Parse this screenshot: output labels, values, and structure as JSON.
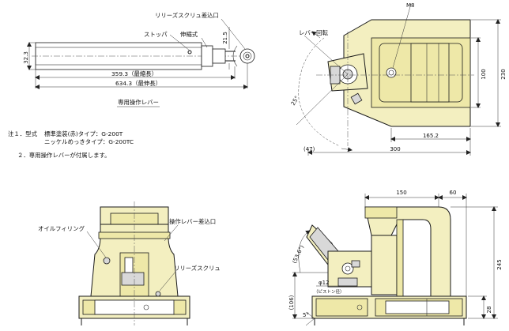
{
  "labels": {
    "release_screw_port": "リリーズスクリュ差込口",
    "stopper": "ストッパ",
    "telescopic": "伸縮式",
    "lever_rotation": "レバー回転",
    "dedicated_lever": "専用操作レバー",
    "oil_filling": "オイルフィリング",
    "lever_port": "操作レバー差込口",
    "release_screw": "リリーズスクリュ",
    "piston_dia": "（ピストン径）"
  },
  "dimensions": {
    "lever_len_min": "359.3（最縮長）",
    "lever_len_max": "634.3（最伸長）",
    "lever_dia": "32.3",
    "lever_tip": "21.5",
    "m8": "M8",
    "h100": "100",
    "h230": "230",
    "ang_25": "25°",
    "off_47": "(47)",
    "w300": "300",
    "w165": "165.2",
    "w150": "150",
    "w60": "60",
    "h245": "245",
    "ang_53": "(53.6°)",
    "phi12": "φ12",
    "h106": "(106)",
    "ang_5": "5°",
    "h28": "28"
  },
  "notes": {
    "note1_prefix": "注１．型式",
    "note1_line1": "標準塗装(赤)タイプ：G-200T",
    "note1_line2": "ニッケルめっきタイプ：G-200TC",
    "note2": "２．専用操作レバーが付属します。"
  }
}
